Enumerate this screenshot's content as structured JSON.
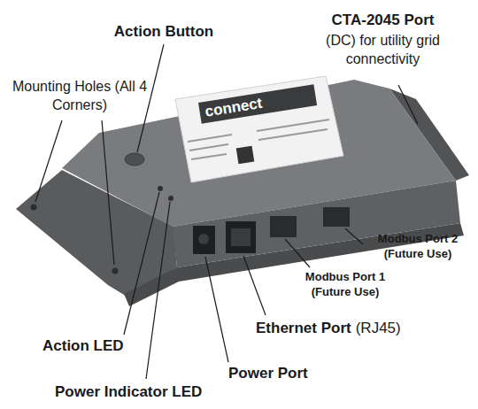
{
  "diagram": {
    "labels": [
      "Action Button",
      "Mounting Holes (All 4 Corners)",
      "CTA-2045 Port",
      "(DC) for utility grid connectivity",
      "connect",
      "Modbus Port 2 (Future Use)",
      "Modbus Port 1 (Future Use)",
      "Ethernet Port",
      "(RJ45)",
      "Action LED",
      "Power Port",
      "Power Indicator LED"
    ]
  }
}
